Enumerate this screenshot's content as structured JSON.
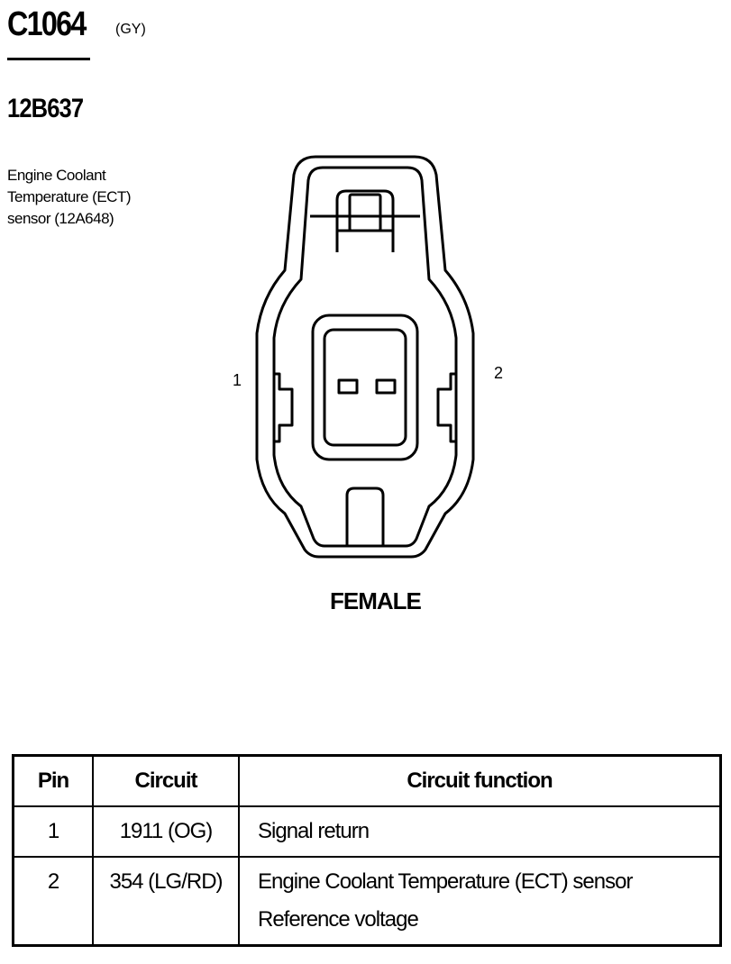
{
  "header": {
    "connector_id": "C1064",
    "connector_color": "(GY)",
    "part_number": "12B637",
    "description_lines": [
      "Engine Coolant",
      "Temperature (ECT)",
      "sensor (12A648)"
    ]
  },
  "diagram": {
    "pin_left_label": "1",
    "pin_right_label": "2",
    "gender": "FEMALE"
  },
  "table": {
    "headers": [
      "Pin",
      "Circuit",
      "Circuit function"
    ],
    "rows": [
      {
        "pin": "1",
        "circuit": "1911 (OG)",
        "function": "Signal return"
      },
      {
        "pin": "2",
        "circuit": "354 (LG/RD)",
        "function": "Engine Coolant Temperature (ECT) sensor  Reference voltage"
      }
    ]
  }
}
